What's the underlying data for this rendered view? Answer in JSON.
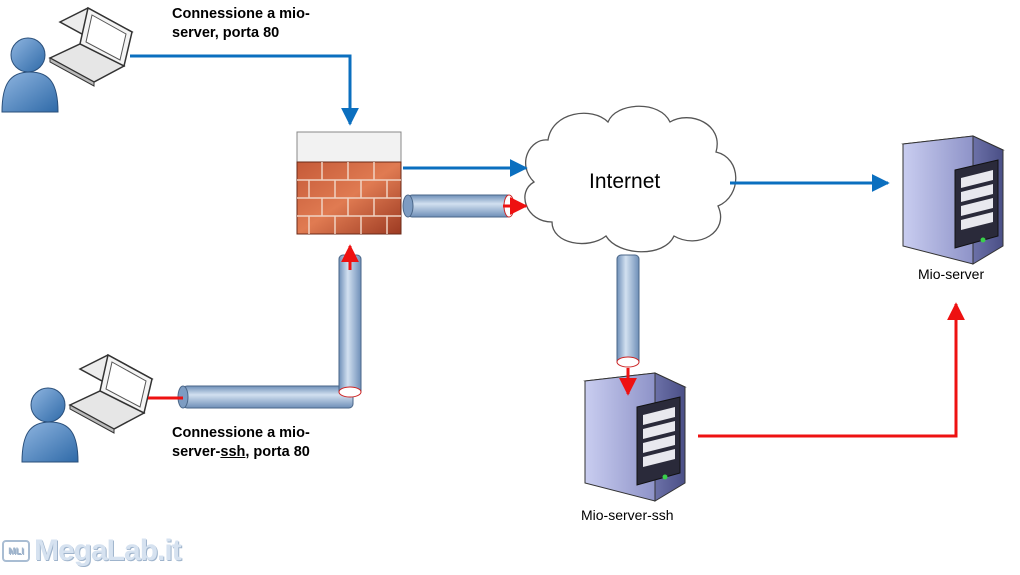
{
  "labels": {
    "http_line1": "Connessione a mio-",
    "http_line2": "server, porta 80",
    "ssh_line1": "Connessione a mio-",
    "ssh_line2_prefix": "server-",
    "ssh_line2_underlined": "ssh",
    "ssh_line2_suffix": ", porta 80",
    "internet": "Internet",
    "mio_server": "Mio-server",
    "mio_server_ssh": "Mio-server-ssh"
  },
  "watermark": {
    "badge": "MLI",
    "text": "MegaLab.it"
  },
  "colors": {
    "blue_arrow": "#0b6fbf",
    "red_arrow": "#ee1111",
    "tunnel": "#9cb6d6",
    "brick": "#b5462a",
    "server": "#a7acd8"
  },
  "icons": [
    "laptop-user-icon",
    "firewall-icon",
    "cloud-icon",
    "server-icon",
    "ssh-tunnel-icon"
  ]
}
